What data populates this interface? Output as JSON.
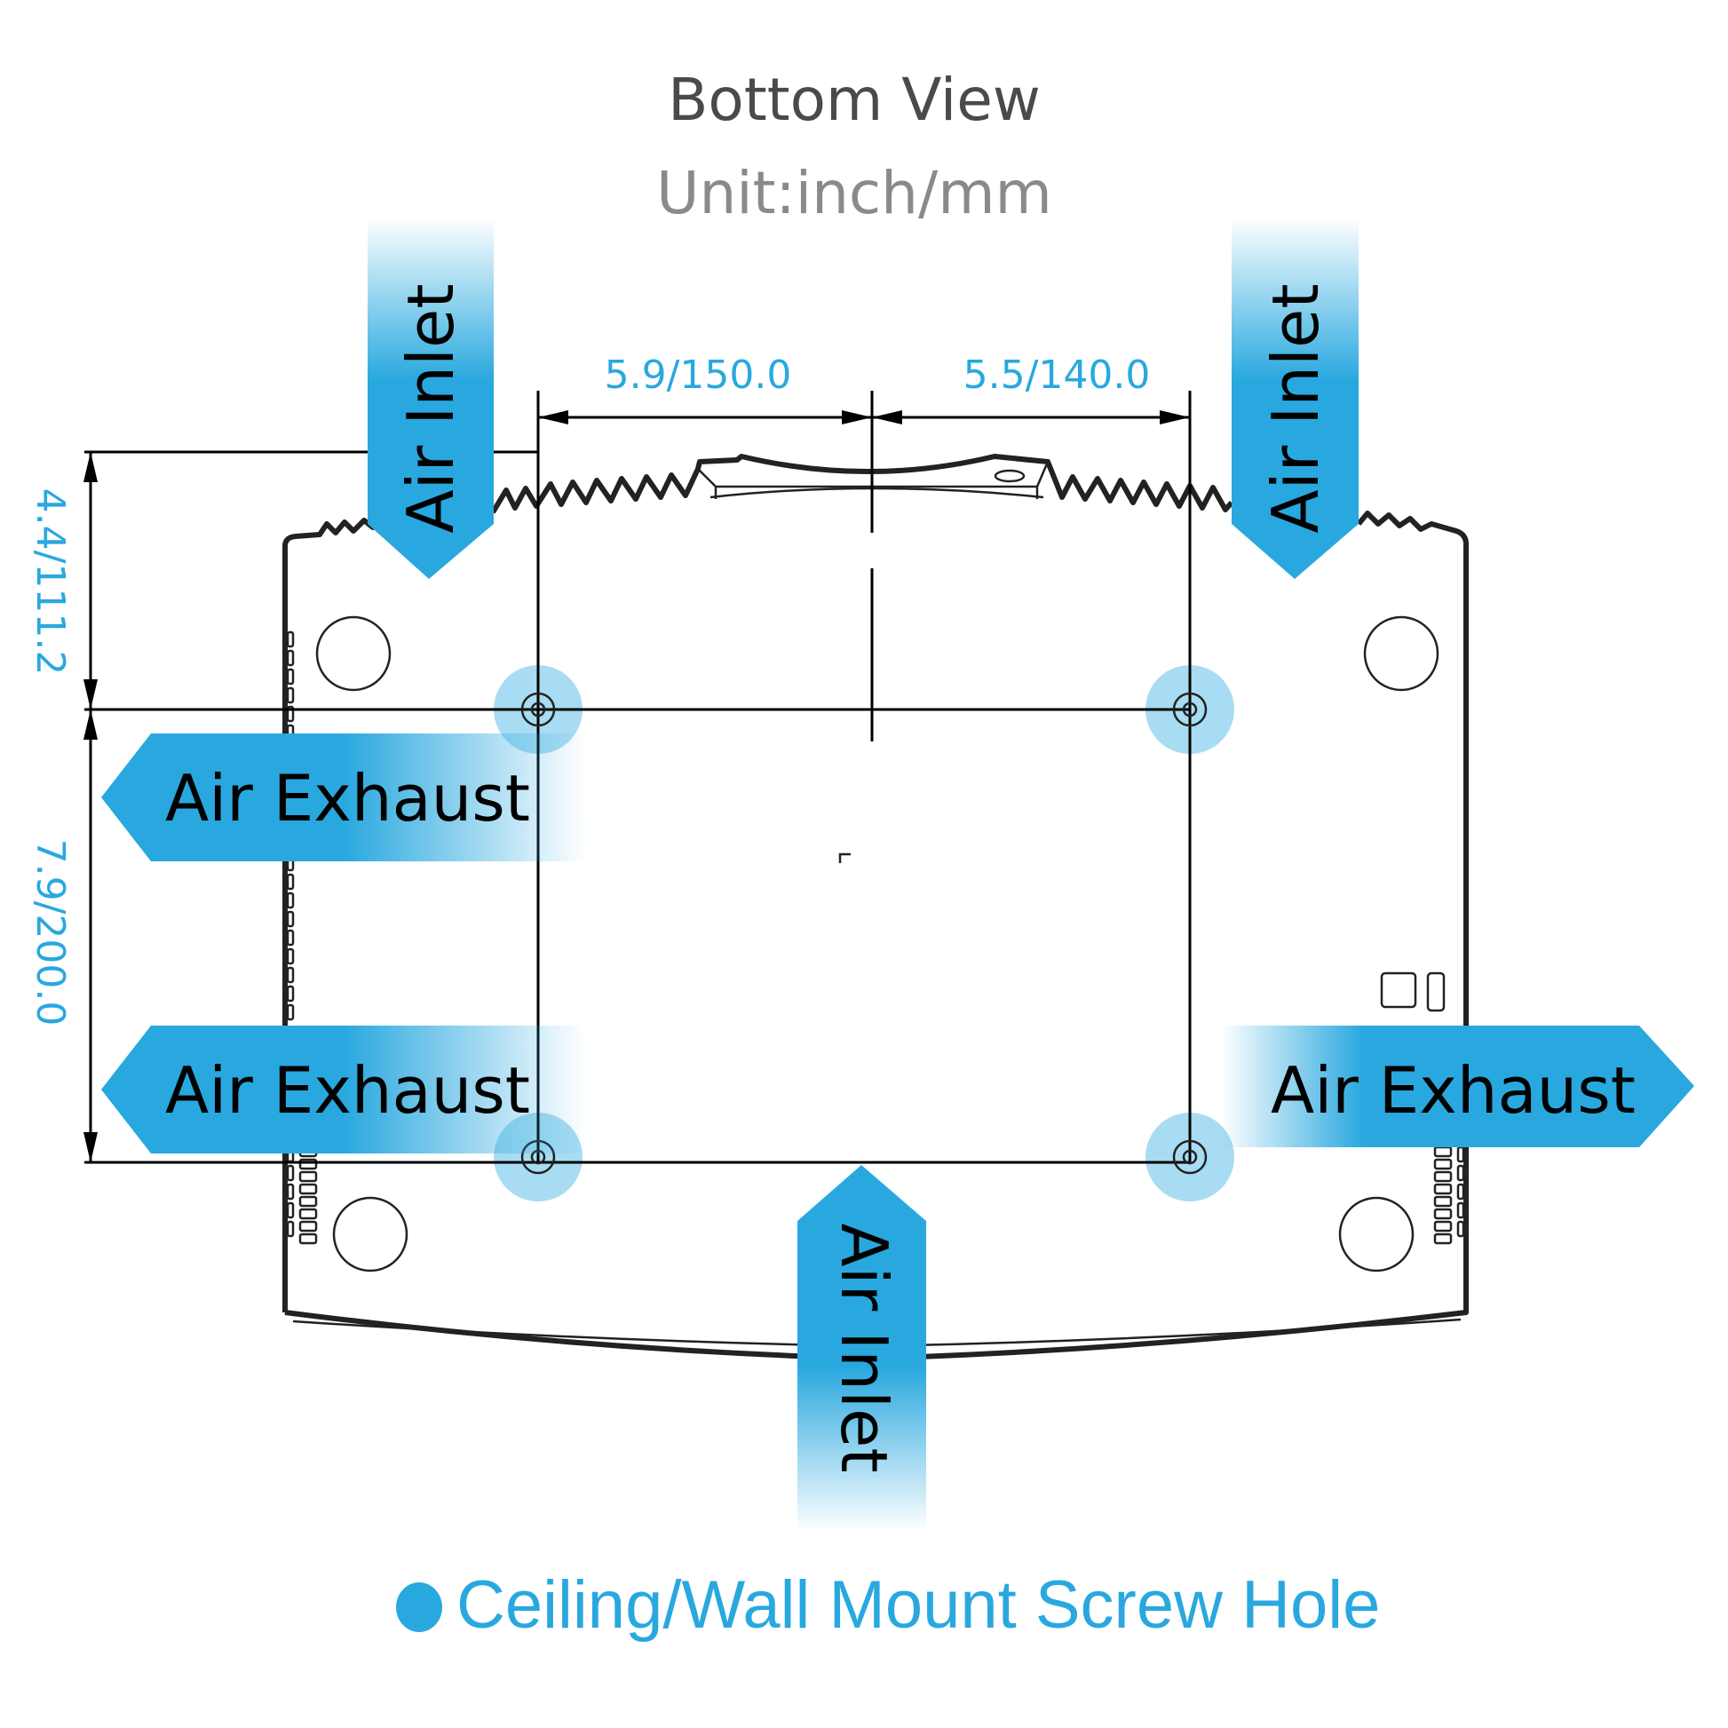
{
  "header": {
    "title": "Bottom View",
    "unit": "Unit:inch/mm"
  },
  "dimensions": {
    "horizontal_left": "5.9/150.0",
    "horizontal_right": "5.5/140.0",
    "vertical_top": "4.4/111.2",
    "vertical_bottom": "7.9/200.0"
  },
  "airflow": {
    "inlet_top_left": "Air Inlet",
    "inlet_top_right": "Air Inlet",
    "inlet_bottom": "Air Inlet",
    "exhaust_left_upper": "Air Exhaust",
    "exhaust_left_lower": "Air Exhaust",
    "exhaust_right": "Air Exhaust"
  },
  "legend": {
    "label": "Ceiling/Wall Mount Screw Hole"
  },
  "colors": {
    "accent": "#29a8df",
    "screw_hole_highlight": "#a8dcf2",
    "outline": "#222222"
  }
}
